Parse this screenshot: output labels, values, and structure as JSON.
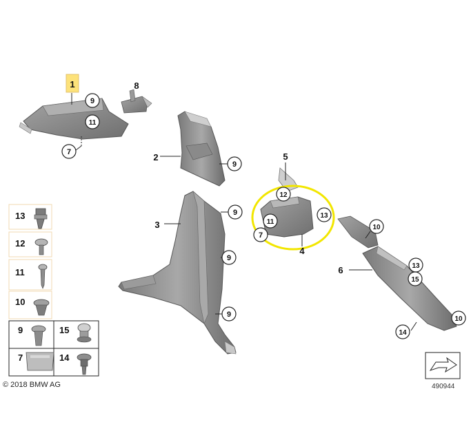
{
  "parts": {
    "part_1": "1",
    "part_2": "2",
    "part_3": "3",
    "part_4": "4",
    "part_5": "5",
    "part_6": "6",
    "part_7": "7",
    "part_8": "8",
    "part_9": "9",
    "part_10": "10",
    "part_11": "11",
    "part_12": "12",
    "part_13": "13",
    "part_14": "14",
    "part_15": "15"
  },
  "footer": {
    "copyright": "© 2018 BMW AG",
    "document_number": "490944"
  },
  "colors": {
    "part_fill": "#8d8d8d",
    "part_dark": "#6b6b6b",
    "highlight_ring": "#f2e600",
    "label_box_border": "#f0d9b0",
    "label_1_fill": "#fde27a"
  }
}
